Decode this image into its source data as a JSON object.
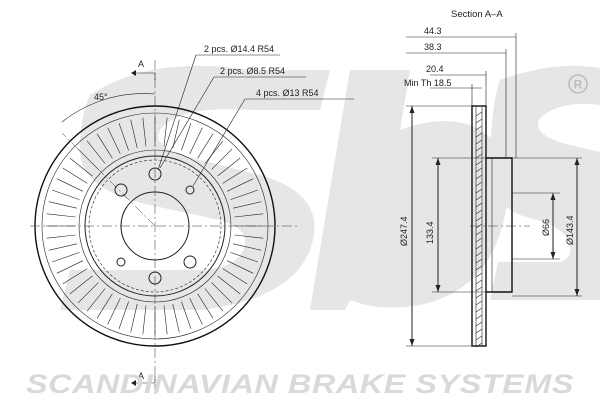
{
  "section": {
    "title": "Section A–A",
    "cut_mark": "A"
  },
  "holes": [
    {
      "text": "2 pcs. Ø14.4  R54"
    },
    {
      "text": "2 pcs. Ø8.5  R54"
    },
    {
      "text": "4 pcs. Ø13  R54"
    }
  ],
  "angle": {
    "text": "45°"
  },
  "dims_top": [
    {
      "text": "44.3"
    },
    {
      "text": "38.3"
    },
    {
      "text": "20.4"
    },
    {
      "text": "Min Th  18.5"
    }
  ],
  "dims_vertical": [
    {
      "text": "Ø247.4"
    },
    {
      "text": "133.4"
    },
    {
      "text": "Ø66"
    },
    {
      "text": "Ø143.4"
    }
  ],
  "brand": {
    "name": "SCANDINAVIAN BRAKE SYSTEMS",
    "logo_text": "sbs",
    "registered_mark": "®"
  }
}
